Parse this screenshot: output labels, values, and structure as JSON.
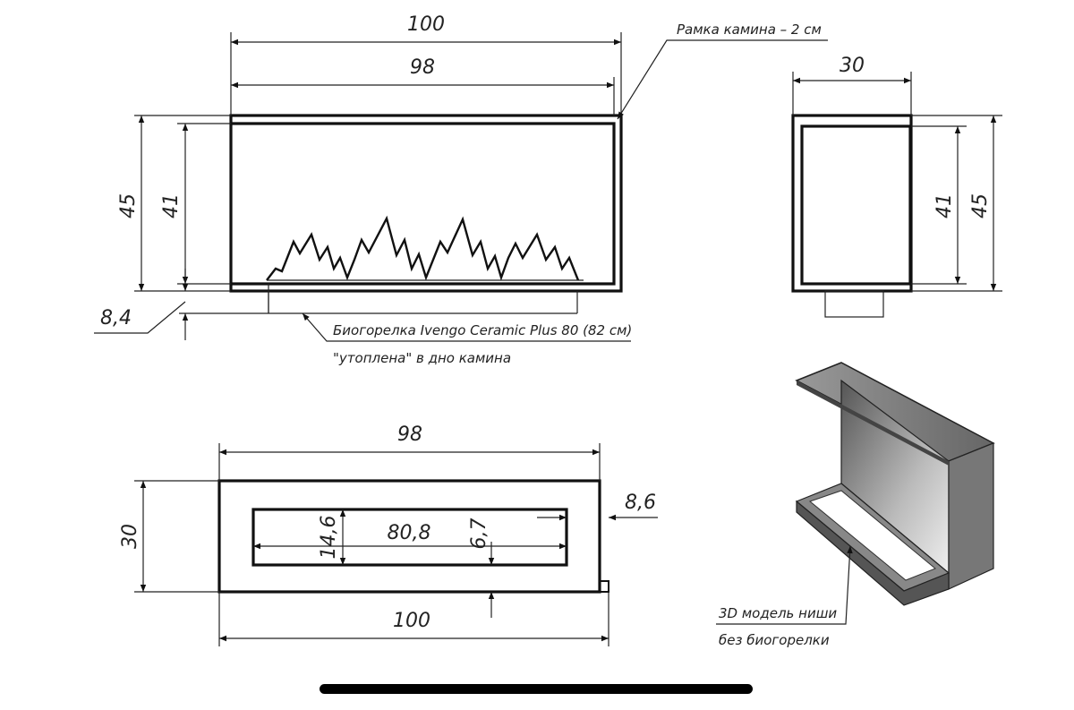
{
  "front_view": {
    "width_outer": "100",
    "width_inner": "98",
    "height_outer": "45",
    "height_inner": "41",
    "burner_depth": "8,4",
    "frame_note": "Рамка камина – 2 см",
    "burner_note_line1": "Биогорелка Ivengo Ceramic Plus 80 (82 см)",
    "burner_note_line2": "\"утоплена\" в дно камина"
  },
  "side_view": {
    "depth": "30",
    "height_inner": "41",
    "height_outer": "45"
  },
  "top_view": {
    "width_inner": "98",
    "width_outer": "100",
    "depth": "30",
    "slot_depth": "14,6",
    "slot_width": "80,8",
    "slot_offset_front": "6,7",
    "slot_offset_side": "8,6"
  },
  "model_3d": {
    "note_line1": "3D модель ниши",
    "note_line2": "без биогорелки"
  }
}
